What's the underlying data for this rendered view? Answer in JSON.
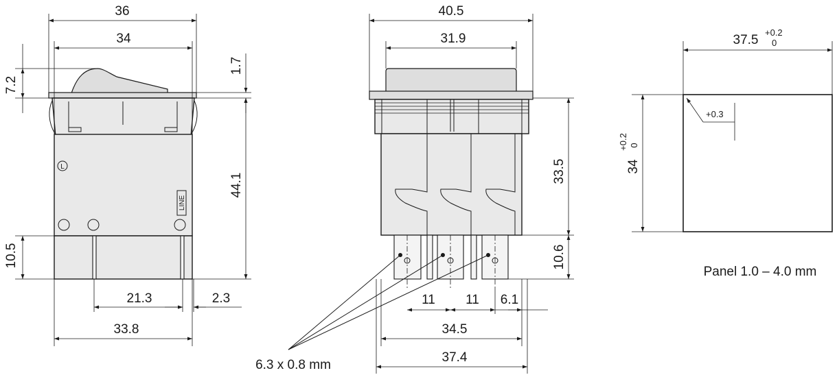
{
  "views": {
    "side": {
      "dims": {
        "overall_width": "36",
        "inner_width": "34",
        "rocker_height": "7.2",
        "flange": "1.7",
        "body_height": "44.1",
        "terminal_length": "10.5",
        "terminal_spacing": "21.3",
        "terminal_offset": "2.3",
        "base_width": "33.8"
      },
      "markings": {
        "line_label": "LINE",
        "l_symbol": "L"
      }
    },
    "front": {
      "dims": {
        "overall_width": "40.5",
        "rocker_width": "31.9",
        "body_height": "33.5",
        "terminal_length": "10.6",
        "pitch_1": "11",
        "pitch_2": "11",
        "pitch_3": "6.1",
        "terminal_span": "34.5",
        "body_width": "37.4"
      },
      "terminal_note": "6.3 x 0.8 mm"
    },
    "panel_cutout": {
      "width": "37.5",
      "width_tol_upper": "+0.2",
      "width_tol_lower": "0",
      "height": "34",
      "height_tol_upper": "+0.2",
      "height_tol_lower": "0",
      "corner_radius": "+0.3",
      "panel_note": "Panel 1.0 – 4.0 mm"
    }
  }
}
